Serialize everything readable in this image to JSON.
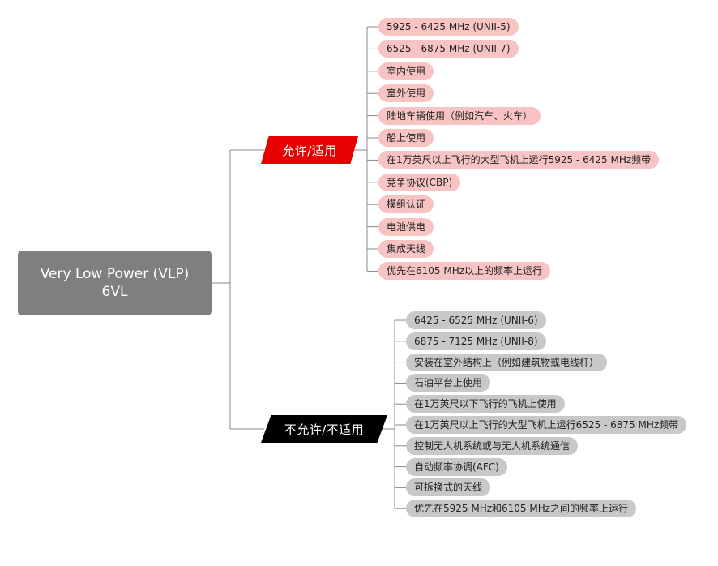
{
  "diagram": {
    "root": {
      "line1": "Very Low Power (VLP)",
      "line2": "6VL"
    },
    "allowed": {
      "label": "允许/适用",
      "color": "#e60000",
      "leaf_color": "#f7c3c3",
      "items": [
        "5925 - 6425 MHz (UNII-5)",
        "6525 - 6875 MHz (UNII-7)",
        "室内使用",
        "室外使用",
        "陆地车辆使用（例如汽车、火车）",
        "船上使用",
        "在1万英尺以上飞行的大型飞机上运行5925 - 6425 MHz频带",
        "竞争协议(CBP)",
        "模组认证",
        "电池供电",
        "集成天线",
        "优先在6105 MHz以上的频率上运行"
      ]
    },
    "denied": {
      "label": "不允许/不适用",
      "color": "#000000",
      "leaf_color": "#c8c8c8",
      "items": [
        "6425 - 6525 MHz (UNII-6)",
        "6875 - 7125 MHz (UNII-8)",
        "安装在室外结构上（例如建筑物或电线杆）",
        "石油平台上使用",
        "在1万英尺以下飞行的飞机上使用",
        "在1万英尺以上飞行的大型飞机上运行6525 - 6875 MHz频带",
        "控制无人机系统或与无人机系统通信",
        "自动频率协调(AFC)",
        "可拆换式的天线",
        "优先在5925 MHz和6105 MHz之间的频率上运行"
      ]
    }
  }
}
